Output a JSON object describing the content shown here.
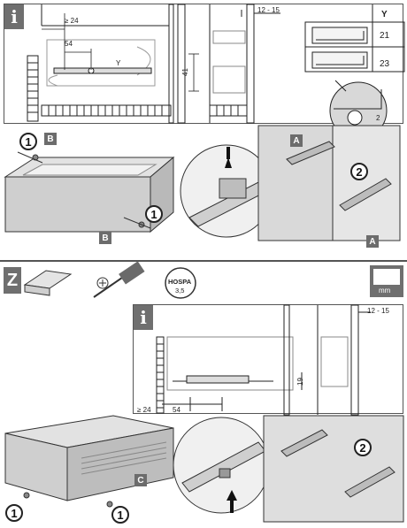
{
  "top_info": {
    "badge": "i",
    "dim_min_gap": "≥ 24",
    "dim_54": "54",
    "dim_41": "41",
    "dim_y_marker": "Y",
    "dim_clearance": "12 - 15",
    "dim_2": "2",
    "table_header": "Y",
    "table_values": [
      "21",
      "23"
    ]
  },
  "top_assembly": {
    "step_1_left": "1",
    "step_1_right": "1",
    "step_2": "2",
    "tag_b_top": "B",
    "tag_b_bottom": "B",
    "tag_a_top": "A",
    "tag_a_bottom": "A"
  },
  "tools_bar": {
    "z_badge": "Z",
    "hospa_label": "HOSPA",
    "hospa_size": "3,5",
    "unit_label": "mm"
  },
  "bottom_info": {
    "badge": "i",
    "dim_clearance": "12 - 15",
    "dim_19": "19",
    "dim_min_gap": "≥ 24",
    "dim_54": "54"
  },
  "bottom_assembly": {
    "step_1_a": "1",
    "step_1_b": "1",
    "step_2": "2",
    "tag_c": "C"
  }
}
